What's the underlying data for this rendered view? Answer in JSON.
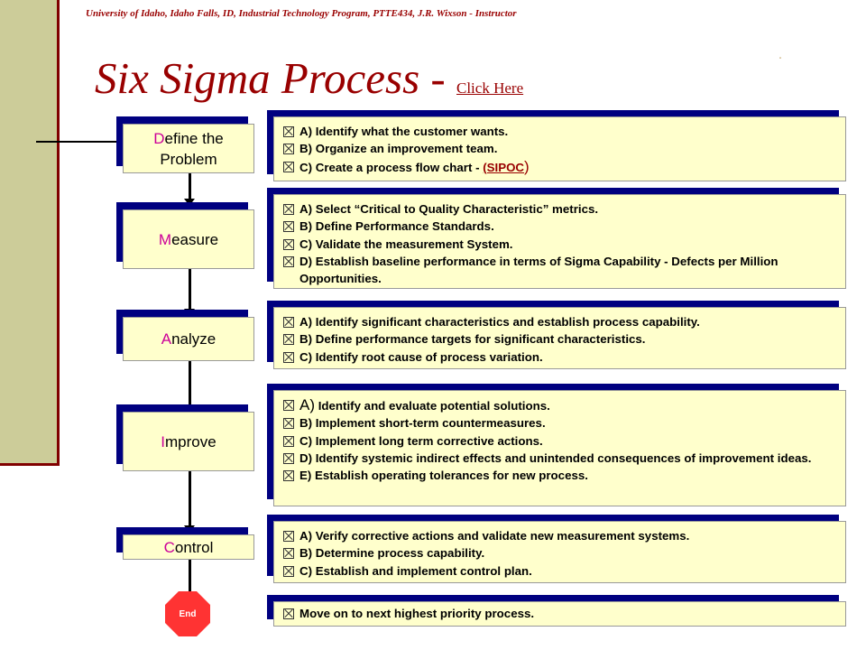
{
  "header": {
    "credit": "University of Idaho, Idaho Falls, ID, Industrial Technology Program, PTTE434, J.R. Wixson - Instructor"
  },
  "title": {
    "main": "Six Sigma Process - ",
    "link": "Click Here"
  },
  "steps": [
    {
      "first": "D",
      "rest1": "efine the",
      "line2": "Problem"
    },
    {
      "first": "M",
      "rest1": "easure"
    },
    {
      "first": "A",
      "rest1": "nalyze"
    },
    {
      "first": "I",
      "rest1": "mprove"
    },
    {
      "first": "C",
      "rest1": "ontrol"
    }
  ],
  "end_label": "End",
  "details": {
    "define": [
      "A) Identify what the customer wants.",
      "B) Organize an improvement team.",
      {
        "prefix": "C) Create a process flow chart - ",
        "link": "(SIPOC",
        "suffix": ")"
      }
    ],
    "measure": [
      "A) Select “Critical to Quality Characteristic” metrics.",
      "B) Define Performance Standards.",
      "C) Validate the measurement System.",
      "D) Establish baseline performance in terms of Sigma Capability - Defects per Million Opportunities."
    ],
    "analyze": [
      "A) Identify significant characteristics and establish process capability.",
      "B)  Define performance targets for significant characteristics.",
      "C) Identify root cause of process variation."
    ],
    "improve": [
      {
        "big": "A)",
        "rest": " Identify and evaluate potential solutions."
      },
      "B) Implement short-term countermeasures.",
      "C) Implement long term corrective actions.",
      "D) Identify systemic indirect effects and unintended consequences of improvement ideas.",
      "E) Establish operating tolerances for new process."
    ],
    "control": [
      "A) Verify corrective actions and validate new measurement systems.",
      "B) Determine process capability.",
      "C) Establish and implement control plan."
    ],
    "end": [
      "Move on to next highest priority process."
    ]
  }
}
